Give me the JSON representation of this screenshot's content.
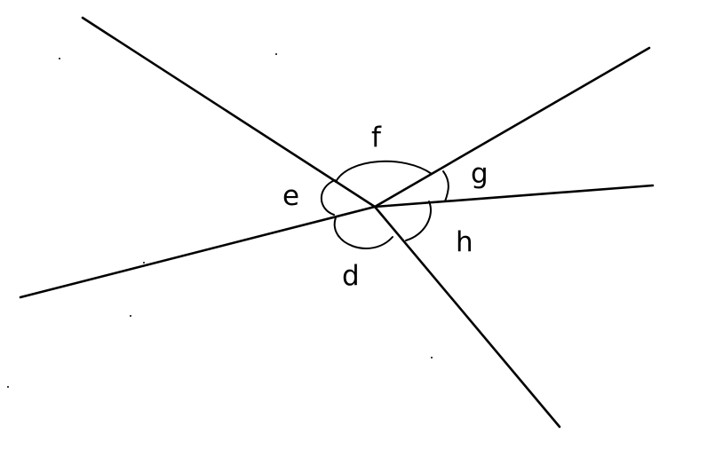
{
  "diagram": {
    "angle_labels": {
      "d": "d",
      "e": "e",
      "f": "f",
      "g": "g",
      "h": "h"
    }
  }
}
